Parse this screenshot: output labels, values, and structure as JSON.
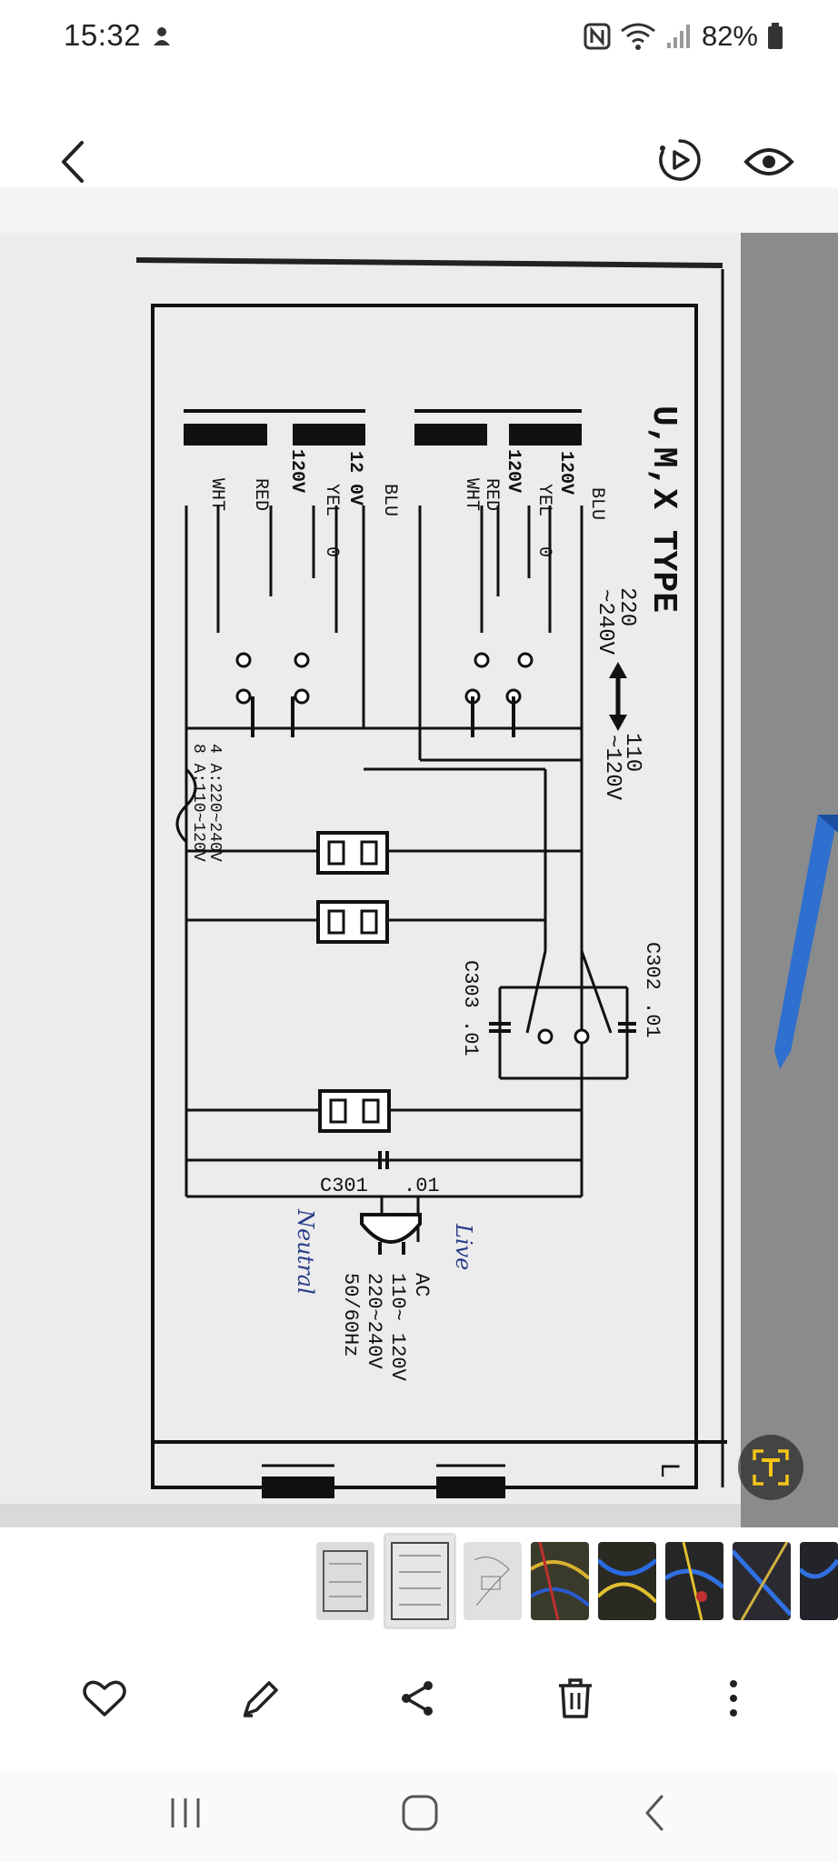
{
  "status_bar": {
    "time": "15:32",
    "battery_percent": "82%",
    "icons": [
      "notification-icon",
      "nfc-icon",
      "wifi-icon",
      "signal-icon",
      "battery-icon"
    ]
  },
  "app_bar": {
    "icons": [
      "back-icon",
      "motion-photo-icon",
      "eye-icon"
    ]
  },
  "photo": {
    "diagram_title": "U,M,X TYPE",
    "voltage_select_high": "220",
    "voltage_select_high2": "~240V",
    "voltage_select_low": "110",
    "voltage_select_low2": "~120V",
    "wire_labels_top": [
      "BLU",
      "120V",
      "YEL",
      "0",
      "120V",
      "RED",
      "WHT"
    ],
    "wire_labels_bottom": [
      "BLU",
      "12 0V",
      "YEL",
      "0",
      "120V",
      "RED",
      "WHT"
    ],
    "fuse_label_1": "4 A:220~240V",
    "fuse_label_2": "8 A:110~120V",
    "cap_c302": "C302 .01",
    "cap_c303": "C303 .01",
    "cap_c301": "C301",
    "cap_c301_val": ".01",
    "ac_label": "AC",
    "ac_line1": "110~ 120V",
    "ac_line2": "220~240V",
    "ac_line3": "50/60Hz",
    "handwritten_live": "Live",
    "handwritten_neutral": "Neutral",
    "corner_letter": "L"
  },
  "ocr_button": {
    "icon": "text-recognition-icon"
  },
  "filmstrip": {
    "thumbnail_count": 8,
    "selected_index": 1
  },
  "actions": {
    "icons": [
      "heart-icon",
      "edit-icon",
      "share-icon",
      "delete-icon",
      "more-icon"
    ]
  },
  "navbar": {
    "icons": [
      "recents-icon",
      "home-icon",
      "nav-back-icon"
    ]
  }
}
